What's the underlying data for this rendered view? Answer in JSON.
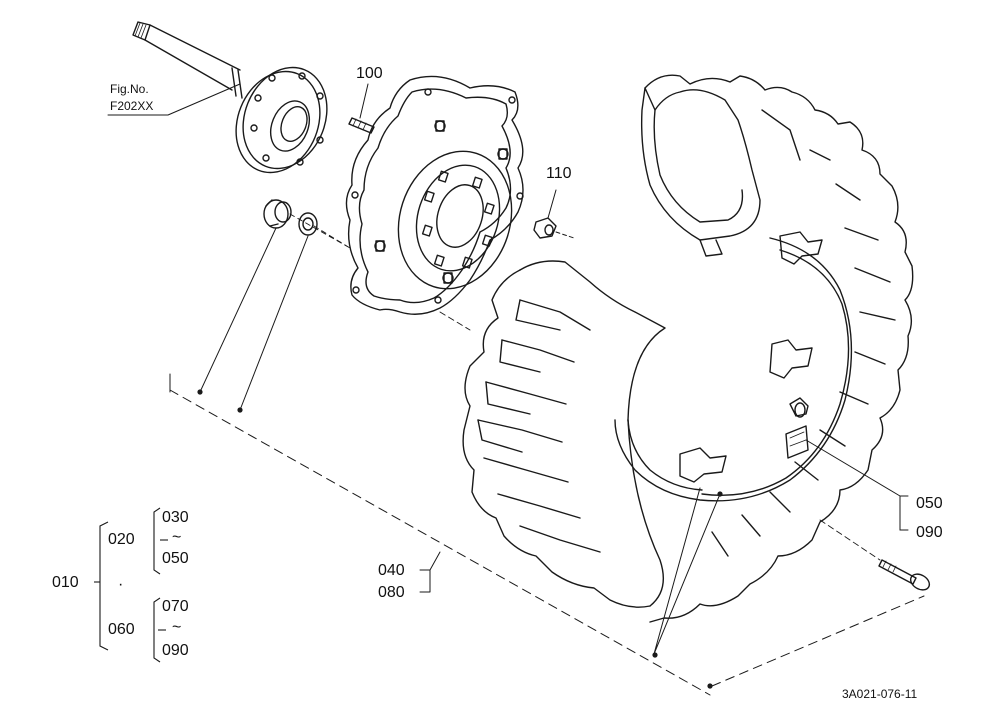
{
  "figure_ref": {
    "line1": "Fig.No.",
    "line2": "F202XX"
  },
  "callouts": {
    "hub_stud": "100",
    "hub_nut": "110",
    "valve_a": "050",
    "valve_b": "090",
    "tire_a": "040",
    "tire_b": "080"
  },
  "legend_tree": {
    "root": "010",
    "group1": "020",
    "group1_from": "030",
    "group1_to": "050",
    "range_mark": "~",
    "group2": "060",
    "group2_from": "070",
    "group2_to": "090",
    "separator": "·"
  },
  "drawing_number": "3A021-076-11",
  "colors": {
    "line": "#1a1a1a",
    "background": "#ffffff"
  }
}
